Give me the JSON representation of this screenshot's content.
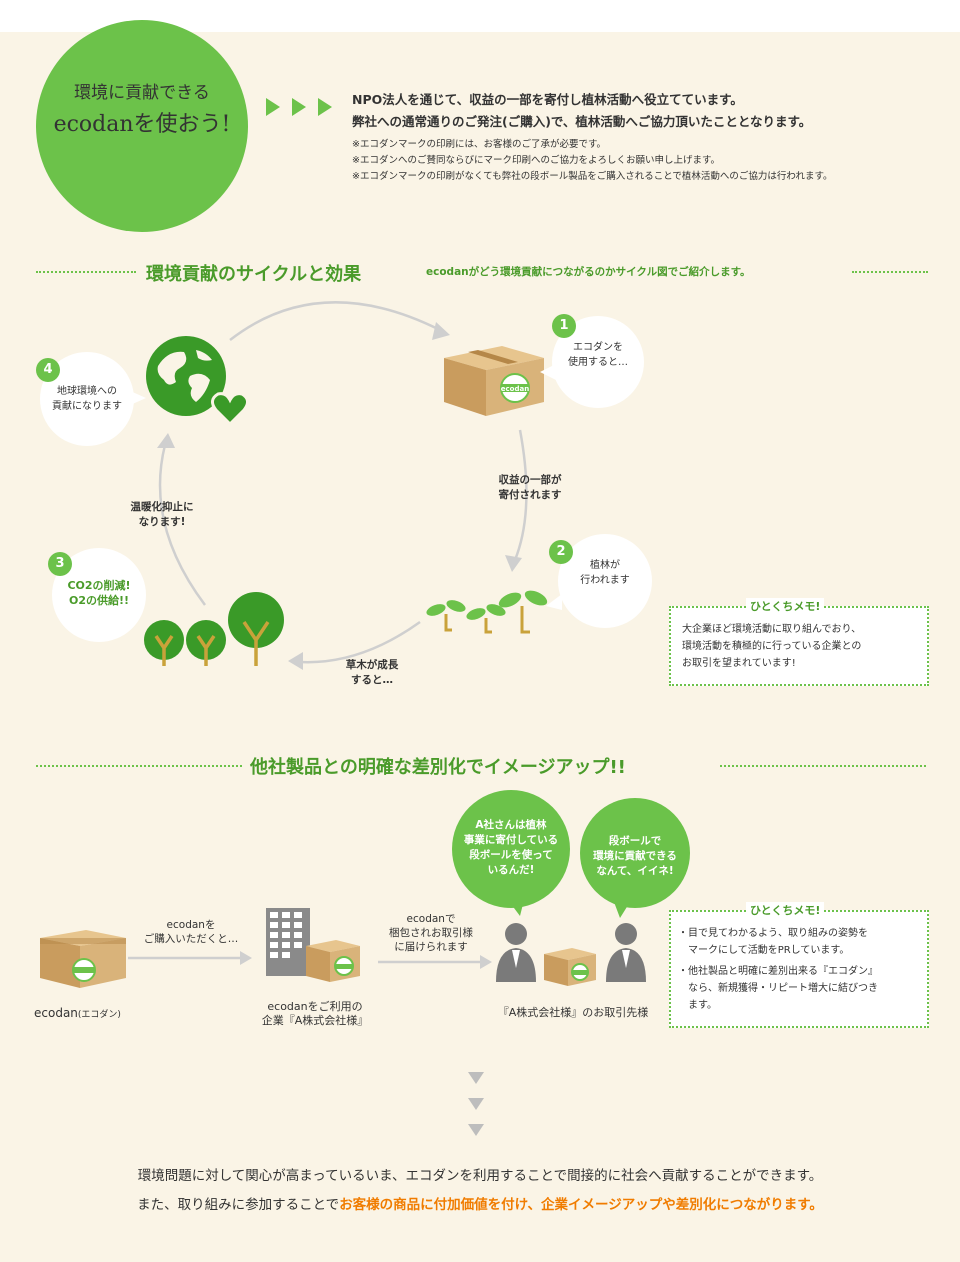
{
  "hero": {
    "line1": "環境に貢献できる",
    "line2": "ecodanを使おう!",
    "intro1": "NPO法人を通じて、収益の一部を寄付し植林活動へ役立てています。",
    "intro2": "弊社への通常通りのご発注(ご購入)で、植林活動へご協力頂いたこととなります。",
    "notes": [
      "※エコダンマークの印刷には、お客様のご了承が必要です。",
      "※エコダンへのご賛同ならびにマーク印刷へのご協力をよろしくお願い申し上げます。",
      "※エコダンマークの印刷がなくても弊社の段ボール製品をご購入されることで植林活動へのご協力は行われます。"
    ]
  },
  "cycle": {
    "title": "環境貢献のサイクルと効果",
    "subtitle": "ecodanがどう環境貢献につながるのかサイクル図でご紹介します。",
    "steps": [
      {
        "num": "1",
        "line1": "エコダンを",
        "line2": "使用すると…"
      },
      {
        "num": "2",
        "line1": "植林が",
        "line2": "行われます"
      },
      {
        "num": "3",
        "line1": "CO2の削減!",
        "line2": "O2の供給!!"
      },
      {
        "num": "4",
        "line1": "地球環境への",
        "line2": "貢献になります"
      }
    ],
    "arrow_labels": {
      "a1": {
        "line1": "収益の一部が",
        "line2": "寄付されます"
      },
      "a2": {
        "line1": "草木が成長",
        "line2": "すると…"
      },
      "a3": {
        "line1": "温暖化抑止に",
        "line2": "なります!"
      }
    },
    "box_mark": "ecodan",
    "memo": {
      "title": "ひとくちメモ!",
      "lines": [
        "大企業ほど環境活動に取り組んでおり、",
        "環境活動を積極的に行っている企業との",
        "お取引を望まれています!"
      ]
    }
  },
  "diff": {
    "title": "他社製品との明確な差別化でイメージアップ!!",
    "bubble1": [
      "A社さんは植林",
      "事業に寄付している",
      "段ボールを使って",
      "いるんだ!"
    ],
    "bubble2": [
      "段ボールで",
      "環境に貢献できる",
      "なんて、イイネ!"
    ],
    "step_label1": [
      "ecodanを",
      "ご購入いただくと…"
    ],
    "step_label2": [
      "ecodanで",
      "梱包されお取引様",
      "に届けられます"
    ],
    "caption_ecodan": "ecodan",
    "caption_ecodan_small": "(エコダン)",
    "caption_company": [
      "ecodanをご利用の",
      "企業『A株式会社様』"
    ],
    "caption_partner": "『A株式会社様』のお取引先様",
    "memo": {
      "title": "ひとくちメモ!",
      "lines": [
        "・目で見てわかるよう、取り組みの姿勢を",
        "マークにして活動をPRしています。",
        "・他社製品と明確に差別出来る『エコダン』",
        "なら、新規獲得・リピート増大に結びつき",
        "ます。"
      ]
    }
  },
  "bottom": {
    "line1": "環境問題に対して関心が高まっているいま、エコダンを利用することで間接的に社会へ貢献することができます。",
    "line2_prefix": "また、取り組みに参加することで",
    "line2_highlight": "お客様の商品に付加価値を付け、企業イメージアップや差別化につながります。"
  },
  "colors": {
    "green": "#6cc24a",
    "dark_green": "#4a9b2a",
    "orange": "#f07c00",
    "cream": "#faf4e6",
    "box": "#d9b37a"
  }
}
